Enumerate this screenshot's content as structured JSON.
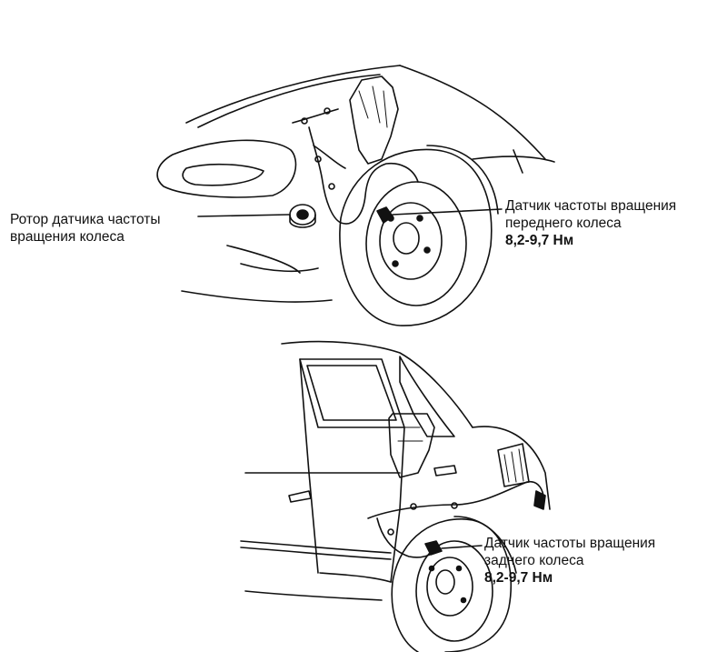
{
  "labels": {
    "rotor": {
      "line1": "Ротор датчика частоты",
      "line2": "вращения колеса"
    },
    "front_sensor": {
      "line1": "Датчик частоты вращения",
      "line2": "переднего колеса",
      "torque": "8,2-9,7 Нм"
    },
    "rear_sensor": {
      "line1": "Датчик частоты вращения",
      "line2": "заднего колеса",
      "torque": "8,2-9,7 Нм"
    }
  },
  "colors": {
    "ink": "#111111",
    "background": "#ffffff"
  }
}
